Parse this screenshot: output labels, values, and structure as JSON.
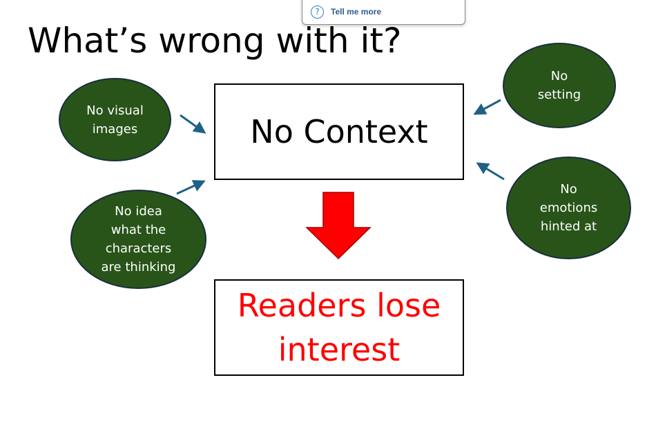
{
  "popup": {
    "help_icon": "question-circle-icon",
    "label": "Tell me more"
  },
  "slide": {
    "title": "What’s wrong with it?",
    "center_box": "No Context",
    "result_box": "Readers lose interest",
    "causes": [
      "No visual\nimages",
      "No idea\nwhat the\ncharacters\nare thinking",
      "No\nsetting",
      "No\nemotions\nhinted at"
    ]
  },
  "colors": {
    "ellipse": "#285419",
    "arrow": "#1f6185",
    "down_arrow": "#ff0000",
    "result_text": "#ff0000"
  }
}
